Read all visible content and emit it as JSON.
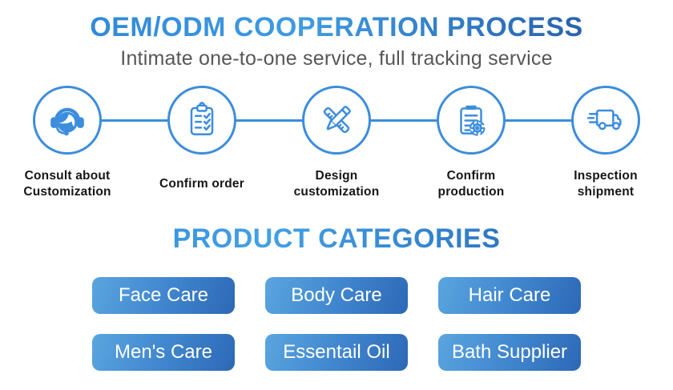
{
  "header": {
    "title": "OEM/ODM COOPERATION PROCESS",
    "subtitle": "Intimate one-to-one service, full tracking service"
  },
  "process": {
    "steps": [
      {
        "icon": "headset-agent-icon",
        "line1": "Consult about",
        "line2": "Customization"
      },
      {
        "icon": "clipboard-checklist-icon",
        "line1": "Confirm order",
        "line2": ""
      },
      {
        "icon": "pencil-ruler-icon",
        "line1": "Design",
        "line2": "customization"
      },
      {
        "icon": "clipboard-gear-icon",
        "line1": "Confirm",
        "line2": "production"
      },
      {
        "icon": "delivery-truck-icon",
        "line1": "Inspection",
        "line2": "shipment"
      }
    ]
  },
  "categories": {
    "title": "PRODUCT CATEGORIES",
    "buttons": [
      "Face Care",
      "Body Care",
      "Hair Care",
      "Men's Care",
      "Essentail Oil",
      "Bath Supplier"
    ]
  },
  "colors": {
    "accent_blue": "#3c8ddd",
    "title_gradient_start": "#2b82d4",
    "title_gradient_mid": "#3f9be2",
    "title_gradient_end": "#21509f",
    "button_gradient_start": "#5aa5df",
    "button_gradient_end": "#2d68b6",
    "subtitle_gray": "#57575a",
    "step_label_color": "#161616"
  }
}
